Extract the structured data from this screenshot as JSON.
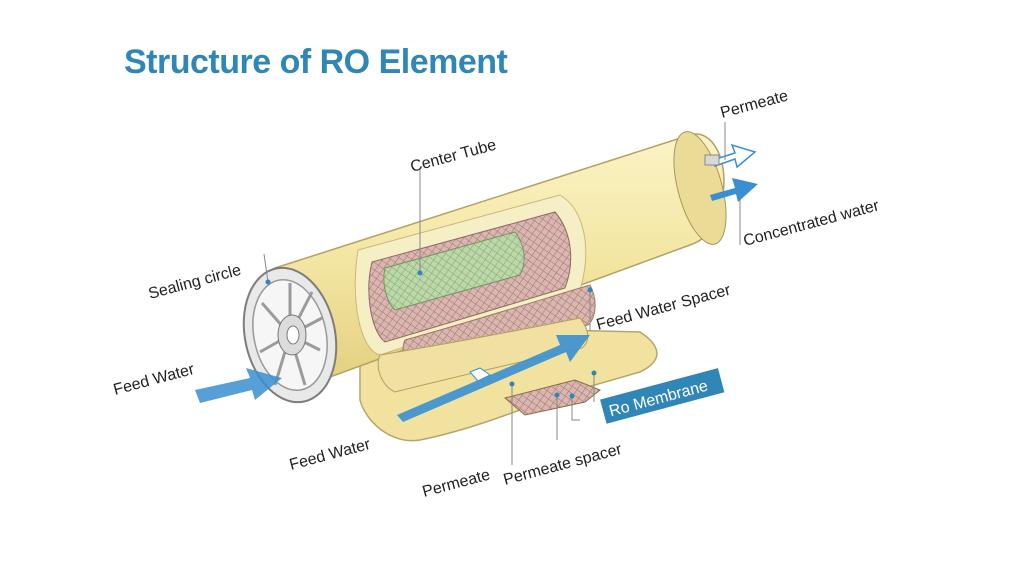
{
  "title": "Structure of RO Element",
  "labels": {
    "permeate_top": "Permeate",
    "concentrated_water": "Concentrated water",
    "center_tube": "Center Tube",
    "sealing_circle": "Sealing circle",
    "feed_water_left": "Feed Water",
    "feed_water_spacer": "Feed Water Spacer",
    "feed_water_bottom": "Feed Water",
    "permeate_bottom": "Permeate",
    "permeate_spacer": "Permeate spacer",
    "ro_membrane": "Ro Membrane"
  },
  "colors": {
    "title": "#2f86b7",
    "shell": "#f3e7a6",
    "membrane": "#f1e2a0",
    "spacer_mesh": "#b98983",
    "arrow_blue": "#3a8fd0",
    "badge": "#2f86b7"
  }
}
